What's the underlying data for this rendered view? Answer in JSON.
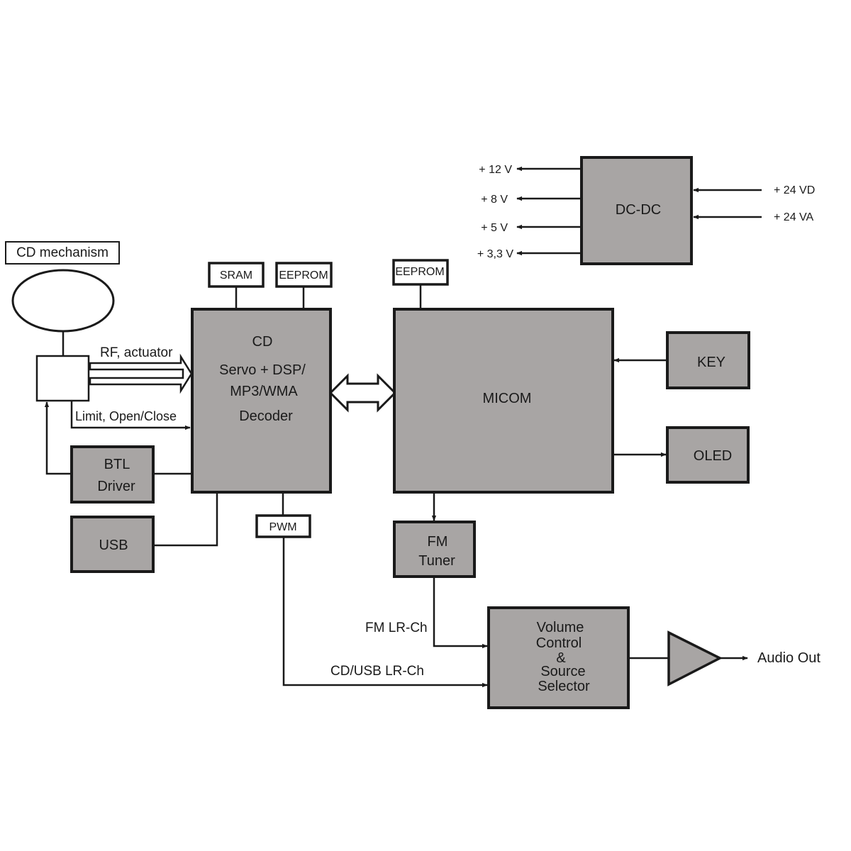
{
  "cd_mechanism": {
    "label": "CD mechanism"
  },
  "sram": {
    "label": "SRAM"
  },
  "eeprom_cd": {
    "label": "EEPROM"
  },
  "eeprom_micom": {
    "label": "EEPROM"
  },
  "cd_decoder": {
    "lines": [
      "CD",
      "Servo + DSP/",
      "MP3/WMA",
      "Decoder"
    ]
  },
  "micom": {
    "label": "MICOM"
  },
  "key": {
    "label": "KEY"
  },
  "oled": {
    "label": "OLED"
  },
  "dcdc": {
    "label": "DC-DC",
    "outputs": [
      "+ 12 V",
      "+ 8 V",
      "+ 5 V",
      "+ 3,3 V"
    ],
    "inputs": [
      "+ 24 VD",
      "+ 24 VA"
    ]
  },
  "btl_driver": {
    "lines": [
      "BTL",
      "Driver"
    ]
  },
  "usb": {
    "label": "USB"
  },
  "pwm": {
    "label": "PWM"
  },
  "fm_tuner": {
    "lines": [
      "FM",
      "Tuner"
    ]
  },
  "volume": {
    "lines": [
      "Volume",
      "Control",
      "&",
      "Source",
      "Selector"
    ]
  },
  "signals": {
    "rf": "RF, actuator",
    "limit": "Limit, Open/Close",
    "fm_lr": "FM LR-Ch",
    "cd_usb_lr": "CD/USB  LR-Ch",
    "audio_out": "Audio Out"
  },
  "colors": {
    "block_fill": "#a8a5a4",
    "stroke": "#1a1a1a"
  }
}
